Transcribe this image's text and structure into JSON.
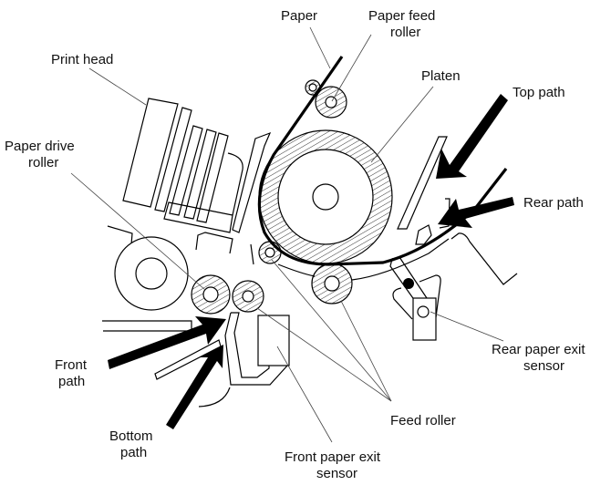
{
  "title": "Printer paper path diagram",
  "labels": {
    "paper": "Paper",
    "paper_feed_roller_1": "Paper feed",
    "paper_feed_roller_2": "roller",
    "print_head": "Print head",
    "platen": "Platen",
    "top_path": "Top path",
    "paper_drive_roller_1": "Paper drive",
    "paper_drive_roller_2": "roller",
    "rear_path": "Rear path",
    "front_path_1": "Front",
    "front_path_2": "path",
    "rear_sensor_1": "Rear paper exit",
    "rear_sensor_2": "sensor",
    "bottom_path_1": "Bottom",
    "bottom_path_2": "path",
    "feed_roller": "Feed roller",
    "front_sensor_1": "Front paper exit",
    "front_sensor_2": "sensor"
  },
  "paper_paths": [
    "Top path",
    "Rear path",
    "Front path",
    "Bottom path"
  ],
  "colors": {
    "line": "#000000",
    "background": "#ffffff"
  }
}
